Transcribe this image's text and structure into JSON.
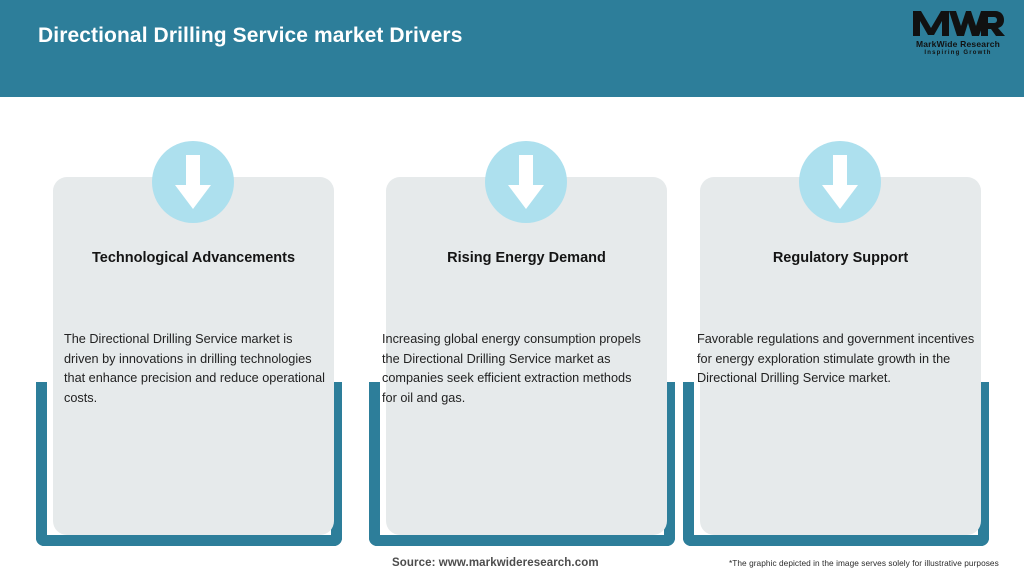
{
  "header": {
    "title": "Directional Drilling Service market Drivers",
    "bg_color": "#2d7e9a",
    "logo": {
      "monogram": "MWR",
      "name": "MarkWide Research",
      "tagline": "Inspiring Growth"
    }
  },
  "cards": [
    {
      "icon": "down-arrow-icon",
      "title": "Technological Advancements",
      "body": "The Directional Drilling Service market is driven by innovations in drilling technologies that enhance precision and reduce operational costs."
    },
    {
      "icon": "down-arrow-icon",
      "title": "Rising Energy Demand",
      "body": "Increasing global energy consumption propels the Directional Drilling Service market as companies seek efficient extraction methods for oil and gas."
    },
    {
      "icon": "down-arrow-icon",
      "title": "Regulatory Support",
      "body": "Favorable regulations and government incentives for energy exploration stimulate growth in the Directional Drilling Service market."
    }
  ],
  "footer": {
    "source": "Source: www.markwideresearch.com",
    "disclaimer": "*The graphic depicted in the image serves solely for illustrative purposes"
  },
  "colors": {
    "teal": "#2d7e9a",
    "card_bg": "#e6eaeb",
    "circle": "#ade0ee",
    "arrow": "#ffffff"
  }
}
